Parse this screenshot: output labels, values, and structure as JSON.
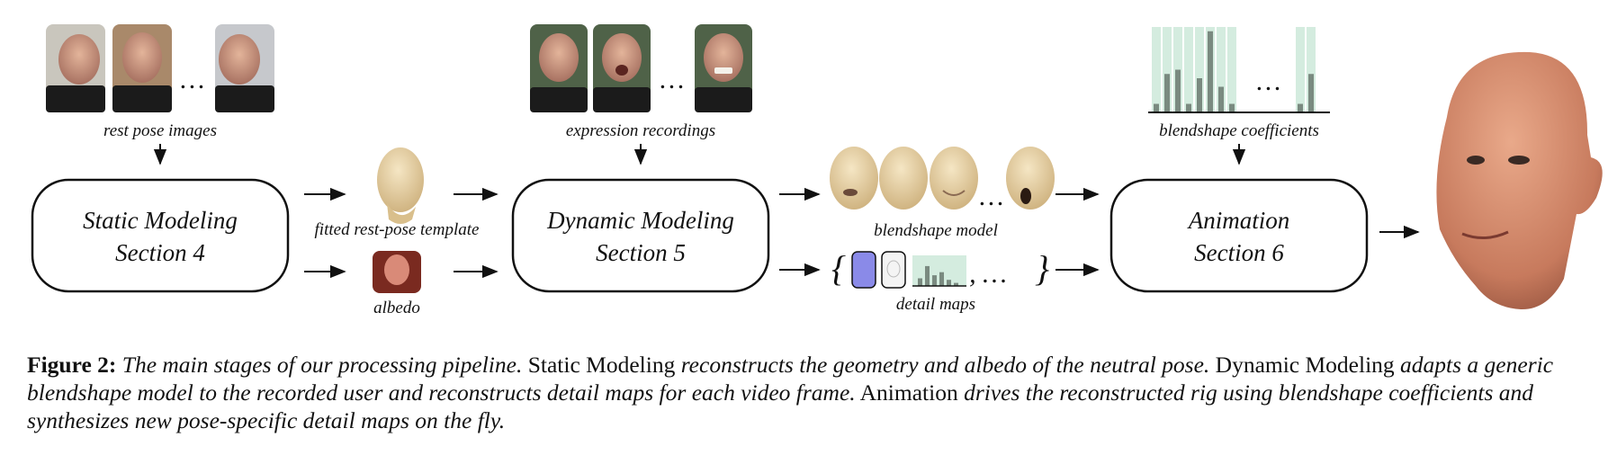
{
  "pipeline": {
    "static_box": {
      "line1": "Static Modeling",
      "line2": "Section 4"
    },
    "dynamic_box": {
      "line1": "Dynamic Modeling",
      "line2": "Section 5"
    },
    "animation_box": {
      "line1": "Animation",
      "line2": "Section 6"
    },
    "labels": {
      "rest_pose_images": "rest pose images",
      "expression_recordings": "expression recordings",
      "blendshape_coefficients": "blendshape coefficients",
      "fitted_template": "fitted rest-pose template",
      "albedo": "albedo",
      "blendshape_model": "blendshape model",
      "detail_maps": "detail maps"
    },
    "ellipsis": "…",
    "detail_ellipsis": ", …",
    "brace_open": "{",
    "brace_close": "}"
  },
  "coefficient_bars": {
    "group1": [
      0.1,
      0.45,
      0.5,
      0.1,
      0.4,
      0.95,
      0.3,
      0.1
    ],
    "group2": [
      0.1,
      0.45
    ]
  },
  "detail_hist_bars": [
    0.25,
    0.65,
    0.35,
    0.45,
    0.2,
    0.1
  ],
  "colors": {
    "skin_render": "#e8d2a4",
    "coefficient_band": "#d4ecdf",
    "coefficient_bar": "#7a8a80",
    "normal_map": "#8a8ae8"
  },
  "caption": {
    "figure_label": "Figure 2:",
    "part1": "The main stages of our processing pipeline.",
    "term1": "Static Modeling",
    "part2": "reconstructs the geometry and albedo of the neutral pose.",
    "term2": "Dynamic Modeling",
    "part3": "adapts a generic blendshape model to the recorded user and reconstructs detail maps for each video frame.",
    "term3": "Animation",
    "part4": "drives the reconstructed rig using blendshape coefficients and synthesizes new pose-specific detail maps on the fly."
  }
}
